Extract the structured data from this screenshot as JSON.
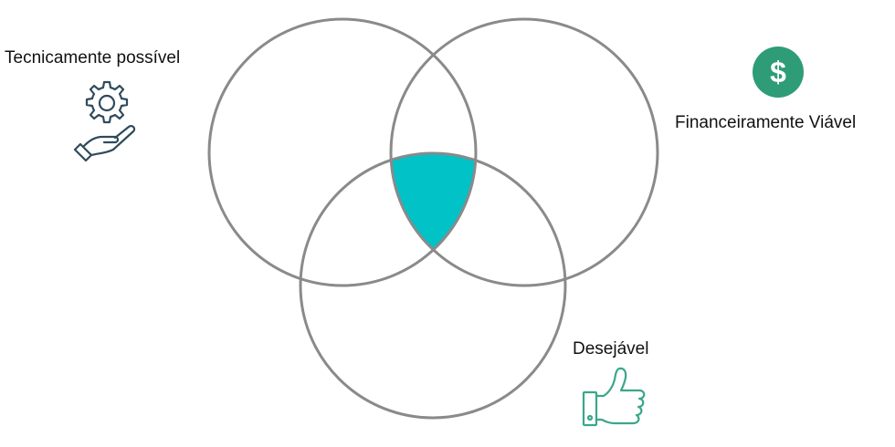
{
  "labels": {
    "technical": "Tecnicamente possível",
    "financial": "Financeiramente Viável",
    "desirable": "Desejável"
  },
  "icons": {
    "technical": "gear-hand-icon",
    "financial": "dollar-icon",
    "desirable": "thumbs-up-icon"
  },
  "colors": {
    "circle_stroke": "#8a8a8a",
    "intersection_fill": "#00c2c7",
    "gear_hand_icon": "#2e4a5c",
    "dollar_icon": "#2e9c77",
    "thumbs_up_icon": "#3aa78a"
  }
}
